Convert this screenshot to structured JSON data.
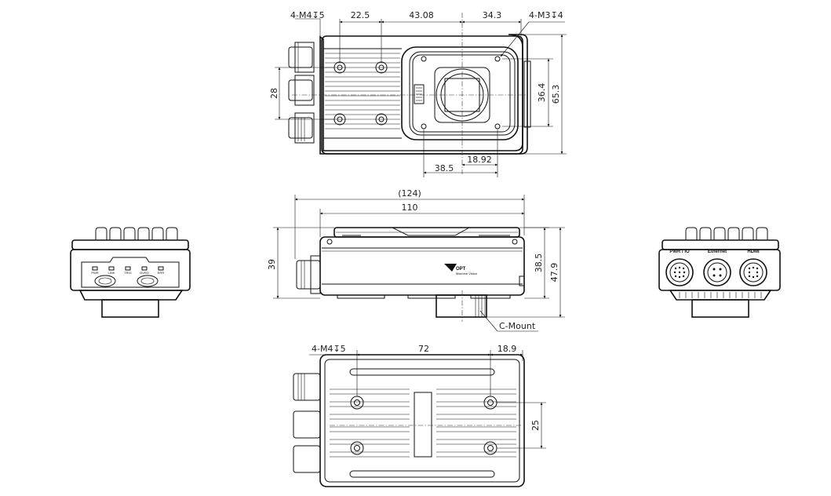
{
  "dimensions": {
    "top_view": {
      "hole_m4": "4-M4↧5",
      "d_22_5": "22.5",
      "d_43_08": "43.08",
      "d_34_3": "34.3",
      "hole_m3": "4-M3↧4",
      "d_28": "28",
      "d_36_4": "36.4",
      "d_65_3": "65.3",
      "d_38_5": "38.5",
      "d_18_92": "18.92"
    },
    "side_view": {
      "d_124": "(124)",
      "d_110": "110",
      "d_39": "39",
      "d_38_5": "38.5",
      "d_47_9": "47.9",
      "c_mount": "C-Mount"
    },
    "bottom_view": {
      "hole_m4": "4-M4↧5",
      "d_72": "72",
      "d_18_9": "18.9",
      "d_25": "25"
    }
  },
  "panel_labels": {
    "rear_leds": [
      "PWR",
      "LINK",
      "TRIG",
      "OVRG",
      "ERR"
    ],
    "front_ports": [
      "PWR / IO",
      "Ethernet",
      "HDMI"
    ]
  },
  "logo": {
    "brand": "OPT",
    "sub": "Machine Vision"
  }
}
